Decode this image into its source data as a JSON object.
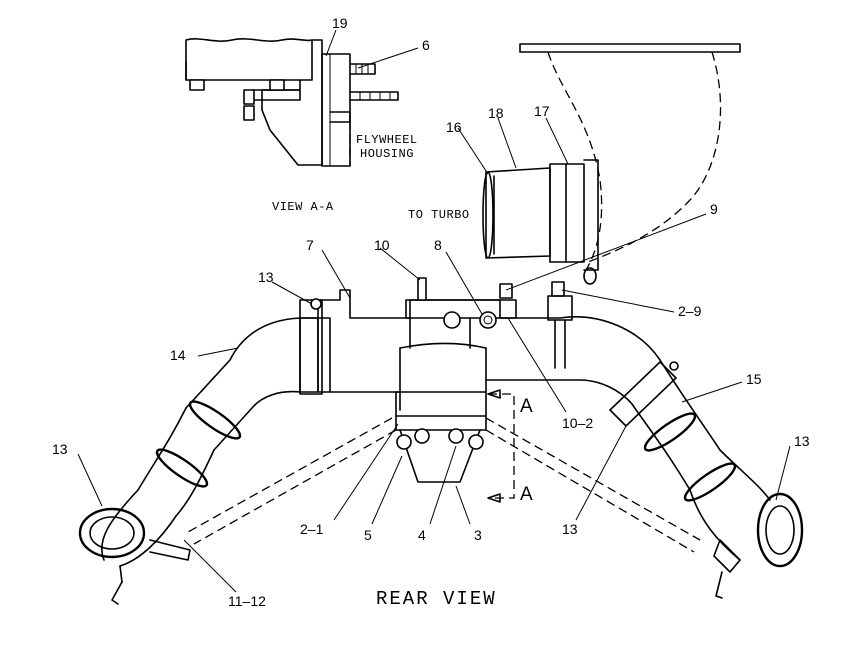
{
  "view_title": "REAR VIEW",
  "detail_title": "VIEW A-A",
  "notes": {
    "flywheel_line1": "FLYWHEEL",
    "flywheel_line2": "HOUSING",
    "to_turbo": "TO TURBO"
  },
  "section_markers": [
    "A",
    "A"
  ],
  "callouts": {
    "c19": "19",
    "c6": "6",
    "c16": "16",
    "c18": "18",
    "c17": "17",
    "c9": "9",
    "c2_9": "2–9",
    "c7": "7",
    "c10": "10",
    "c8": "8",
    "c13_top": "13",
    "c14": "14",
    "c13_left": "13",
    "c15": "15",
    "c13_right": "13",
    "c10_2": "10–2",
    "c2_1": "2–1",
    "c5": "5",
    "c4": "4",
    "c3": "3",
    "c13_bottom": "13",
    "c11_12": "11–12"
  },
  "colors": {
    "ink": "#000000",
    "paper": "#ffffff"
  }
}
